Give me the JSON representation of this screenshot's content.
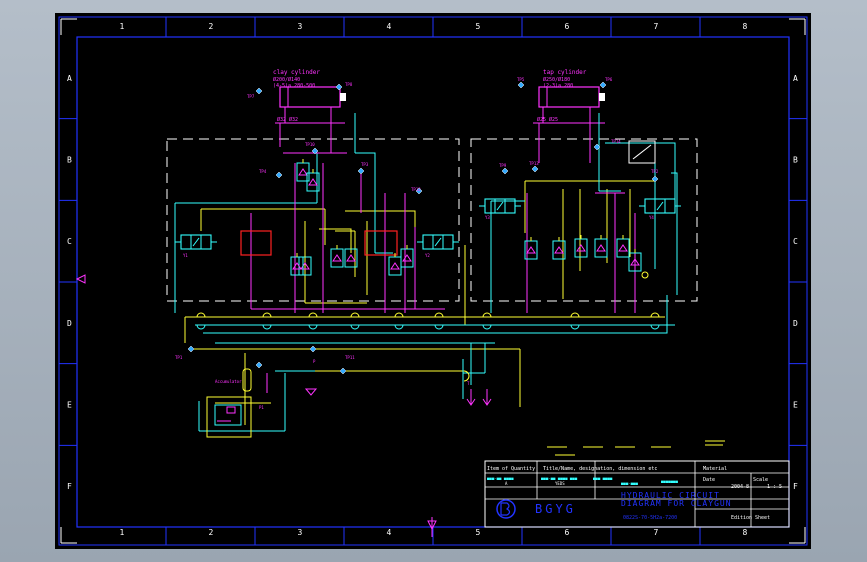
{
  "drawing": {
    "grid_columns": [
      "1",
      "2",
      "3",
      "4",
      "5",
      "6",
      "7",
      "8"
    ],
    "grid_rows": [
      "A",
      "B",
      "C",
      "D",
      "E",
      "F"
    ],
    "colors": {
      "background": "#000000",
      "border": "#2233ff",
      "hydraulic_pressure": "#ffff33",
      "hydraulic_return": "#33ffff",
      "components": "#ff33ff",
      "frame": "#ffffff",
      "highlight": "#ff2222"
    }
  },
  "title_block": {
    "header_row": [
      "Item of",
      "Quantity",
      "Title/Name, designation, dimension etc",
      "Material"
    ],
    "date_label": "Date",
    "scale_label": "Scale",
    "scale_value": "1 : 5",
    "date_value": "2004-8",
    "title_line1": "HYDRAULIC CIRCUIT",
    "title_line2": "DIAGRAM FOR CLAYGUN",
    "logo_text": "BGYG",
    "drawing_number": "0822S-70-5H2a-7200",
    "edition_label": "Edition",
    "sheet_label": "Sheet",
    "small_row1": [
      "■■■-■■ ■■■■",
      "■■■-■■ ■■■■ ■■■",
      "■■■ ■■■■"
    ],
    "small_row2": [
      "A",
      "YEDS",
      "■■■-■■■",
      "■■■■■■■"
    ]
  },
  "labels": {
    "cyl_left_title": "clay cylinder",
    "cyl_left_sub1": "Ø200/Ø140",
    "cyl_left_sub2": "(4-5)a 280-500",
    "cyl_right_title": "tap cylinder",
    "cyl_right_sub1": "Ø250/Ø180",
    "cyl_right_sub2": "(2-3)a 280",
    "tp1": "TP7",
    "tp2": "TP8",
    "tp3": "TP5",
    "tp4": "TP6",
    "tp5": "TP10",
    "tp6": "TP4",
    "tp7": "TP3",
    "tp8": "TP12",
    "tp9": "TP9",
    "tp10": "TP13",
    "tp11": "TP14",
    "tp12": "TP2",
    "tp13": "TP1",
    "tp14": "TP11",
    "valve_a": "Y1",
    "valve_b": "Y2",
    "valve_c": "Y3",
    "valve_d": "Y4",
    "p_label": "P",
    "t_label": "T",
    "accum": "Accumulator",
    "pump": "P1"
  }
}
